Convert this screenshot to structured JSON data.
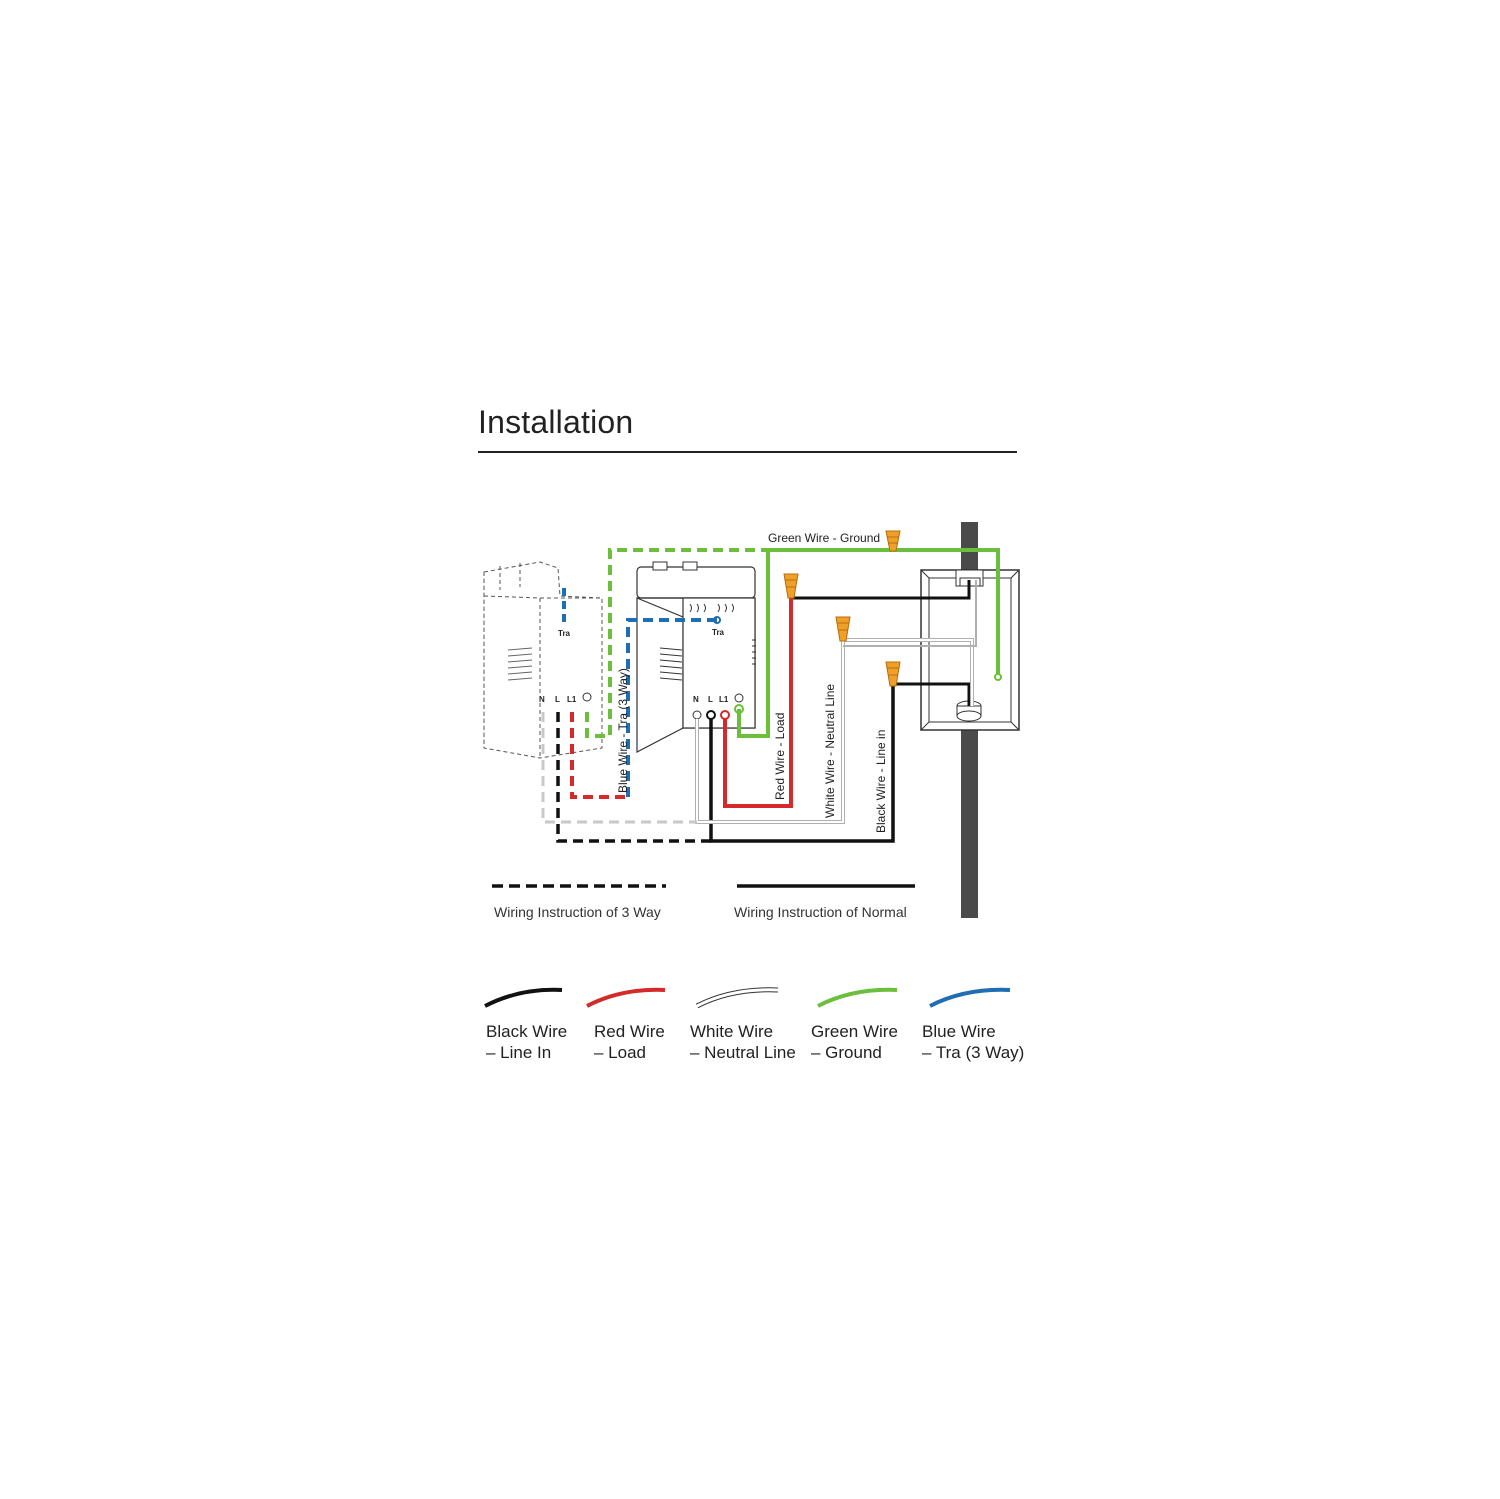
{
  "title": "Installation",
  "wire_labels": {
    "ground": "Green Wire - Ground",
    "load": "Red Wire - Load",
    "neutral": "White Wire - Neutral Line",
    "line_in": "Black Wire - Line in",
    "tra": "Blue Wire - Tra (3 Way)"
  },
  "terminals": {
    "n": "N",
    "l": "L",
    "l1": "L1",
    "tra": "Tra"
  },
  "line_legend": {
    "three_way": "Wiring Instruction of 3 Way",
    "normal": "Wiring Instruction of Normal"
  },
  "wire_key": [
    {
      "line1": "Black Wire",
      "line2": "– Line In",
      "color": "#111111"
    },
    {
      "line1": "Red Wire",
      "line2": "– Load",
      "color": "#d42a2a"
    },
    {
      "line1": "White Wire",
      "line2": "– Neutral Line",
      "color": "#ffffff"
    },
    {
      "line1": "Green Wire",
      "line2": "– Ground",
      "color": "#6cbf3c"
    },
    {
      "line1": "Blue Wire",
      "line2": "– Tra (3 Way)",
      "color": "#1f6db3"
    }
  ],
  "colors": {
    "black": "#111111",
    "red": "#d42a2a",
    "green": "#6cbf3c",
    "blue": "#1f6db3",
    "white_wire": "#c8c8c8",
    "connector": "#f0a028",
    "conduit": "#4a4a4a"
  }
}
